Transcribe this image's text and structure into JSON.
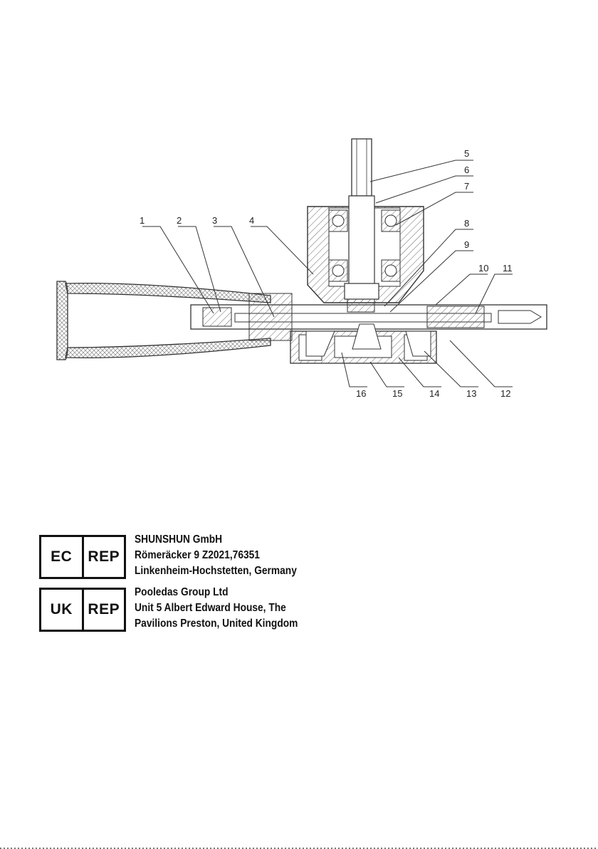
{
  "diagram": {
    "callouts": [
      "1",
      "2",
      "3",
      "4",
      "5",
      "6",
      "7",
      "8",
      "9",
      "10",
      "11",
      "12",
      "13",
      "14",
      "15",
      "16"
    ]
  },
  "ec_rep": {
    "code": "EC",
    "rep": "REP",
    "lines": [
      "SHUNSHUN GmbH",
      "Römeräcker 9 Z2021,76351",
      "Linkenheim-Hochstetten, Germany"
    ]
  },
  "uk_rep": {
    "code": "UK",
    "rep": "REP",
    "lines": [
      "Pooledas Group Ltd",
      "Unit 5 Albert Edward House, The",
      "Pavilions Preston, United Kingdom"
    ]
  }
}
